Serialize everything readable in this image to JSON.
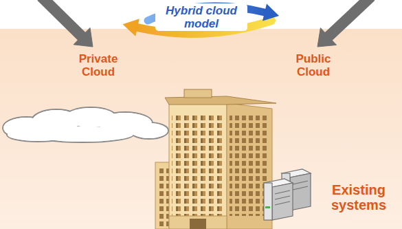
{
  "diagram": {
    "labels": [
      "Hybrid cloud model",
      "Private Cloud",
      "Public Cloud",
      "Existing systems"
    ]
  }
}
